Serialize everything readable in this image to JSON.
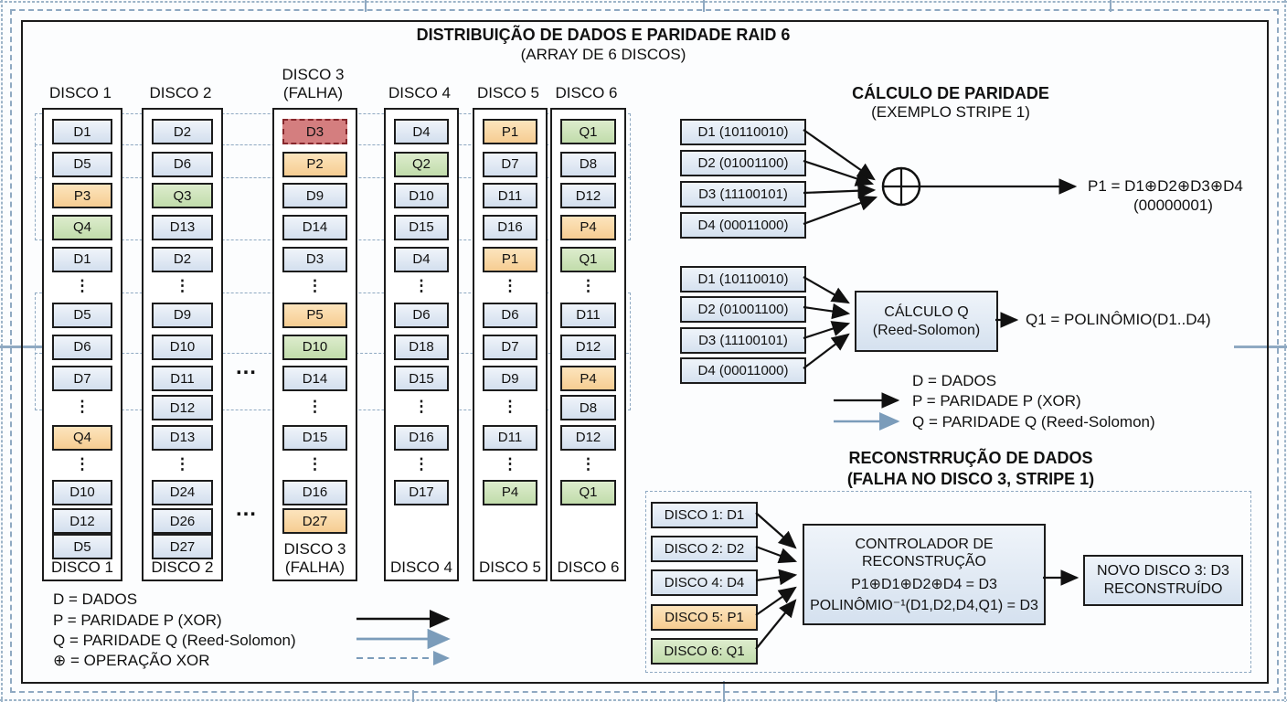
{
  "title": {
    "line1": "DISTRIBUIÇÃO DE DADOS E PARIDADE RAID 6",
    "line2": "(ARRAY DE 6 DISCOS)"
  },
  "disks": {
    "ellipsis": "…",
    "dots": "⋮",
    "columns": [
      {
        "header": [
          "DISCO 1"
        ],
        "footer": [
          "DISCO 1"
        ],
        "cells": [
          {
            "t": "D1",
            "k": "d"
          },
          {
            "t": "D5",
            "k": "d"
          },
          {
            "t": "P3",
            "k": "p"
          },
          {
            "t": "Q4",
            "k": "q"
          },
          {
            "t": "D1",
            "k": "d"
          },
          {
            "k": "dots"
          },
          {
            "t": "D5",
            "k": "d"
          },
          {
            "t": "D6",
            "k": "d"
          },
          {
            "t": "D7",
            "k": "d"
          },
          {
            "k": "dots"
          },
          {
            "t": "Q4",
            "k": "p"
          },
          {
            "k": "dots"
          },
          {
            "t": "D10",
            "k": "d"
          },
          {
            "t": "D12",
            "k": "d"
          },
          {
            "t": "D5",
            "k": "d"
          }
        ]
      },
      {
        "header": [
          "DISCO 2"
        ],
        "footer": [
          "DISCO 2"
        ],
        "cells": [
          {
            "t": "D2",
            "k": "d"
          },
          {
            "t": "D6",
            "k": "d"
          },
          {
            "t": "Q3",
            "k": "q"
          },
          {
            "t": "D13",
            "k": "d"
          },
          {
            "t": "D2",
            "k": "d"
          },
          {
            "k": "dots"
          },
          {
            "t": "D9",
            "k": "d"
          },
          {
            "t": "D10",
            "k": "d"
          },
          {
            "t": "D11",
            "k": "d"
          },
          {
            "t": "D12",
            "k": "d"
          },
          {
            "t": "D13",
            "k": "d"
          },
          {
            "k": "dots"
          },
          {
            "t": "D24",
            "k": "d"
          },
          {
            "t": "D26",
            "k": "d"
          },
          {
            "t": "D27",
            "k": "d"
          }
        ]
      },
      {
        "header": [
          "DISCO 3",
          "(FALHA)"
        ],
        "footer": [
          "DISCO 3",
          "(FALHA)"
        ],
        "cells": [
          {
            "t": "D3",
            "k": "f"
          },
          {
            "t": "P2",
            "k": "p"
          },
          {
            "t": "D9",
            "k": "d"
          },
          {
            "t": "D14",
            "k": "d"
          },
          {
            "t": "D3",
            "k": "d"
          },
          {
            "k": "dots"
          },
          {
            "t": "P5",
            "k": "p"
          },
          {
            "t": "D10",
            "k": "q"
          },
          {
            "t": "D14",
            "k": "d"
          },
          {
            "k": "dots"
          },
          {
            "t": "D15",
            "k": "d"
          },
          {
            "k": "dots"
          },
          {
            "t": "D16",
            "k": "d"
          },
          {
            "t": "D27",
            "k": "p"
          },
          null
        ]
      },
      {
        "header": [
          "DISCO 4"
        ],
        "footer": [
          "DISCO 4"
        ],
        "cells": [
          {
            "t": "D4",
            "k": "d"
          },
          {
            "t": "Q2",
            "k": "q"
          },
          {
            "t": "D10",
            "k": "d"
          },
          {
            "t": "D15",
            "k": "d"
          },
          {
            "t": "D4",
            "k": "d"
          },
          {
            "k": "dots"
          },
          {
            "t": "D6",
            "k": "d"
          },
          {
            "t": "D18",
            "k": "d"
          },
          {
            "t": "D15",
            "k": "d"
          },
          {
            "k": "dots"
          },
          {
            "t": "D16",
            "k": "d"
          },
          {
            "k": "dots"
          },
          {
            "t": "D17",
            "k": "d"
          },
          null,
          null
        ]
      },
      {
        "header": [
          "DISCO 5"
        ],
        "footer": [
          "DISCO 5"
        ],
        "cells": [
          {
            "t": "P1",
            "k": "p"
          },
          {
            "t": "D7",
            "k": "d"
          },
          {
            "t": "D11",
            "k": "d"
          },
          {
            "t": "D16",
            "k": "d"
          },
          {
            "t": "P1",
            "k": "p"
          },
          {
            "k": "dots"
          },
          {
            "t": "D6",
            "k": "d"
          },
          {
            "t": "D7",
            "k": "d"
          },
          {
            "t": "D9",
            "k": "d"
          },
          {
            "k": "dots"
          },
          {
            "t": "D11",
            "k": "d"
          },
          {
            "k": "dots"
          },
          {
            "t": "P4",
            "k": "q"
          },
          null,
          null
        ]
      },
      {
        "header": [
          "DISCO 6"
        ],
        "footer": [
          "DISCO 6"
        ],
        "cells": [
          {
            "t": "Q1",
            "k": "q"
          },
          {
            "t": "D8",
            "k": "d"
          },
          {
            "t": "D12",
            "k": "d"
          },
          {
            "t": "P4",
            "k": "p"
          },
          {
            "t": "Q1",
            "k": "q"
          },
          {
            "k": "dots"
          },
          {
            "t": "D11",
            "k": "d"
          },
          {
            "t": "D12",
            "k": "d"
          },
          {
            "t": "P4",
            "k": "p"
          },
          {
            "t": "D8",
            "k": "d"
          },
          {
            "t": "D12",
            "k": "d"
          },
          {
            "k": "dots"
          },
          {
            "t": "Q1",
            "k": "q"
          },
          null,
          null
        ]
      }
    ]
  },
  "parity_calc": {
    "title": "CÁLCULO DE PARIDADE",
    "subtitle": "(EXEMPLO STRIPE 1)",
    "inputs": [
      "D1 (10110010)",
      "D2 (01001100)",
      "D3 (11100101)",
      "D4 (00011000)"
    ],
    "xor_symbol": "⊕",
    "result_line1": "P1 = D1⊕D2⊕D3⊕D4",
    "result_line2": "(00000001)"
  },
  "q_calc": {
    "inputs": [
      "D1 (10110010)",
      "D2 (01001100)",
      "D3 (11100101)",
      "D4 (00011000)"
    ],
    "box": [
      "CÁLCULO Q",
      "(Reed-Solomon)"
    ],
    "result": "Q1 = POLINÔMIO(D1..D4)"
  },
  "legend_right": {
    "d": "D = DADOS",
    "p": "P = PARIDADE P (XOR)",
    "q": "Q = PARIDADE Q (Reed-Solomon)"
  },
  "reconstruction": {
    "title": "RECONSTRRUÇÃO DE DADOS",
    "subtitle": "(FALHA NO DISCO 3, STRIPE 1)",
    "inputs": [
      {
        "t": "DISCO 1: D1",
        "k": "d"
      },
      {
        "t": "DISCO 2: D2",
        "k": "d"
      },
      {
        "t": "DISCO 4: D4",
        "k": "d"
      },
      {
        "t": "DISCO 5: P1",
        "k": "p"
      },
      {
        "t": "DISCO 6: Q1",
        "k": "q"
      }
    ],
    "controller": [
      "CONTROLADOR DE",
      "RECONSTRUÇÃO",
      "P1⊕D1⊕D2⊕D4 = D3",
      "POLINÔMIO⁻¹(D1,D2,D4,Q1) = D3"
    ],
    "output": [
      "NOVO DISCO 3: D3",
      "RECONSTRUÍDO"
    ]
  },
  "legend_left": {
    "lines": [
      "D = DADOS",
      "P = PARIDADE P (XOR)",
      "Q = PARIDADE Q (Reed-Solomon)",
      "⊕ = OPERAÇÃO XOR"
    ]
  },
  "colors": {
    "data_fill": "#d9e4f1",
    "parity_p_fill": "#f8d49c",
    "parity_q_fill": "#cbe0b4",
    "failed_fill": "#d47e7f",
    "failed_border": "#86272b",
    "arrow_black": "#111111",
    "arrow_blue": "#7b9cba",
    "stripe_dash": "#8fa9c2"
  }
}
